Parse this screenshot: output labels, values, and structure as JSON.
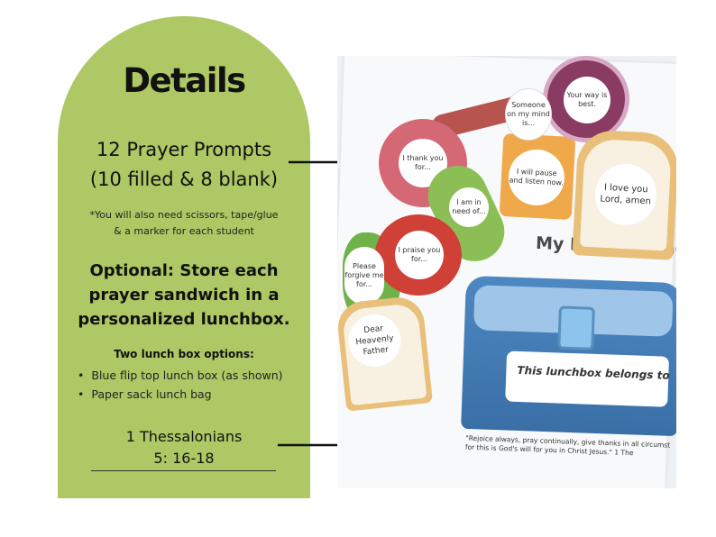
{
  "panel": {
    "title": "Details",
    "prompts_line1": "12 Prayer Prompts",
    "prompts_line2": "(10 filled & 8 blank)",
    "note_line1": "*You will also need scissors, tape/glue",
    "note_line2": "& a marker for each student",
    "optional_line1": "Optional: Store each",
    "optional_line2": "prayer sandwich in a",
    "optional_line3": "personalized lunchbox.",
    "options_title": "Two lunch box options:",
    "options": [
      "Blue flip top lunch box (as shown)",
      "Paper sack lunch bag"
    ],
    "verse_line1": "1 Thessalonians",
    "verse_line2": "5: 16-18"
  },
  "photo": {
    "sheet_title": "My Prayer Sand",
    "lunchbox_label": "This lunchbox belongs to",
    "verse_line1": "\"Rejoice always, pray continually, give thanks in all circumst",
    "verse_line2": "for this is God's will for you in Christ Jesus.\" 1 The",
    "prompts": {
      "your_way": "Your way is best.",
      "someone": "Someone on my mind is...",
      "thank_you": "I thank you for...",
      "pause": "I will pause and listen now.",
      "love_you": "I love you Lord, amen",
      "need_of": "I am in need of...",
      "praise": "I praise you for...",
      "forgive": "Please forgive me for...",
      "dear": "Dear Heavenly Father"
    }
  },
  "colors": {
    "panel_green": "#adc864",
    "lunchbox_blue": "#4d88c2"
  }
}
